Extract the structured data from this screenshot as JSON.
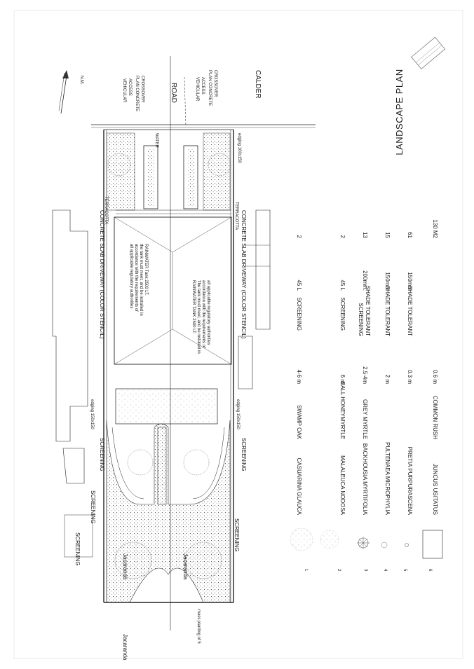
{
  "title": "LANDSCAPE PLAN",
  "north_label": "N.M.",
  "road": {
    "name": "CALDER",
    "suffix": "ROAD"
  },
  "access": [
    {
      "a": "VEHICULAR",
      "b": "ACCESS",
      "c": "PLAN CONCRETE",
      "d": "CROSSOVER"
    },
    {
      "a": "VEHICULAR",
      "b": "ACCESS",
      "c": "PLAN CONCRETE",
      "d": "CROSSOVER"
    }
  ],
  "labels": {
    "driveway_left": "CONCRETE SLAB DRIVEWAY (COLOR STENCIL)",
    "driveway_right": "CONCRETE SLAB DRIVEWAY (COLOR STENCIL)",
    "terracotta_left": "TERRACOTTA",
    "terracotta_right": "TERRACOTTA",
    "tank_note_1": "all applicable regulatory authorities",
    "tank_note_2": "accordance with the requirements of",
    "tank_note_3": "the tank must meet, and be installed in",
    "tank_note_4": "RAINWATER Tank 2500 LT.",
    "rainwater_1": "RAINWATER TANK 2500 LT.",
    "rainwater_2": "The tank must meet, and be installed in",
    "rainwater_3": "accordance with the requirements of",
    "rainwater_4": "all applicable regulatory authorities",
    "screening_1": "SCREENING",
    "screening_2": "SCREENING",
    "screening_3": "SCREENING",
    "screening_4": "SCREENING",
    "screening_5": "SCREENING",
    "jacaranda_1": "Jacaranda",
    "jacaranda_2": "Jacaranda",
    "jacaranda_3": "Jacaranda",
    "edging_1": "edging 150x150",
    "edging_2": "edging 150x150",
    "edging_3": "edging 100x150",
    "mass_planting": "mass planting of 5",
    "water": "WATER"
  },
  "schedule": [
    {
      "no": "1",
      "botanical": "CASUARINA GLAUCA",
      "common": "SWAMP OAK",
      "height": "4-6 m",
      "use": "SCREENING",
      "use2": "",
      "size": "45 L",
      "qty": "2"
    },
    {
      "no": "2",
      "botanical": "MALALEUCA NODOSA",
      "common": "BALL HONEYMYRTLE",
      "height": "6 m",
      "use": "SCREENING",
      "use2": "",
      "size": "45 L",
      "qty": "2"
    },
    {
      "no": "3",
      "botanical": "BACKHOUSIA MYRTIFOLIA",
      "common": "GREY MYRTLE",
      "height": "2.5-4m",
      "use": "SCREENING",
      "use2": "SHADE TOLERANT",
      "size": "200mm.",
      "qty": "13"
    },
    {
      "no": "4",
      "botanical": "PULTENAEA  MICROPHYLIA",
      "common": "",
      "height": "2 m",
      "use": "SHADE TOLERANT",
      "use2": "",
      "size": "150mm",
      "qty": "15"
    },
    {
      "no": "5",
      "botanical": "PRETIA PURPURASCENA",
      "common": "",
      "height": "0.3 m",
      "use": "SHADE TOLERANT",
      "use2": "",
      "size": "150mm",
      "qty": "61"
    },
    {
      "no": "6",
      "botanical": "JUNCUS USITATUS",
      "common": "COMMON RUSH",
      "height": "0.6 m",
      "use": "",
      "use2": "",
      "size": "",
      "qty": "130 M2"
    }
  ]
}
